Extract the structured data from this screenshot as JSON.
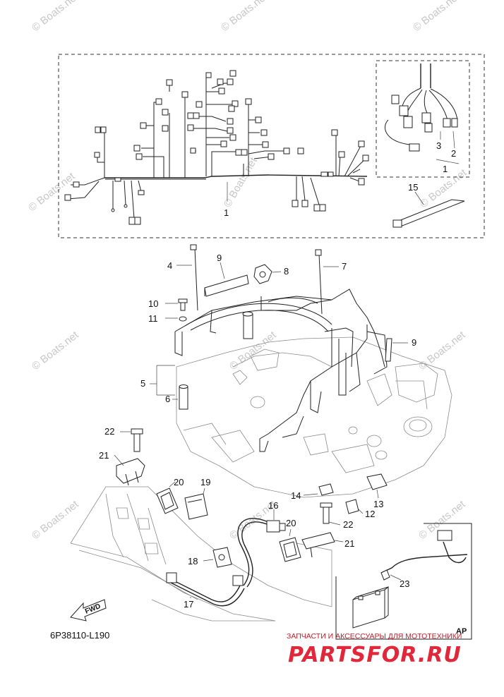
{
  "watermark": "© Boats.net",
  "callouts": {
    "c1a": "1",
    "c1b": "1",
    "c2": "2",
    "c3": "3",
    "c15": "15",
    "c4": "4",
    "c9a": "9",
    "c8": "8",
    "c7": "7",
    "c10": "10",
    "c11": "11",
    "c9b": "9",
    "c5": "5",
    "c6": "6",
    "c22a": "22",
    "c21a": "21",
    "c20a": "20",
    "c19": "19",
    "c14": "14",
    "c13": "13",
    "c12": "12",
    "c16": "16",
    "c22b": "22",
    "c20b": "20",
    "c21b": "21",
    "c18": "18",
    "c17": "17",
    "c23": "23"
  },
  "fwd_label": "FWD",
  "ap_label": "AP",
  "diagram_code": "6P38110-L190",
  "shop": {
    "subtitle": "ЗАПЧАСТИ И АКСЕССУАРЫ ДЛЯ МОТОТЕХНИКИ",
    "logo": "PARTSFOR.RU"
  }
}
